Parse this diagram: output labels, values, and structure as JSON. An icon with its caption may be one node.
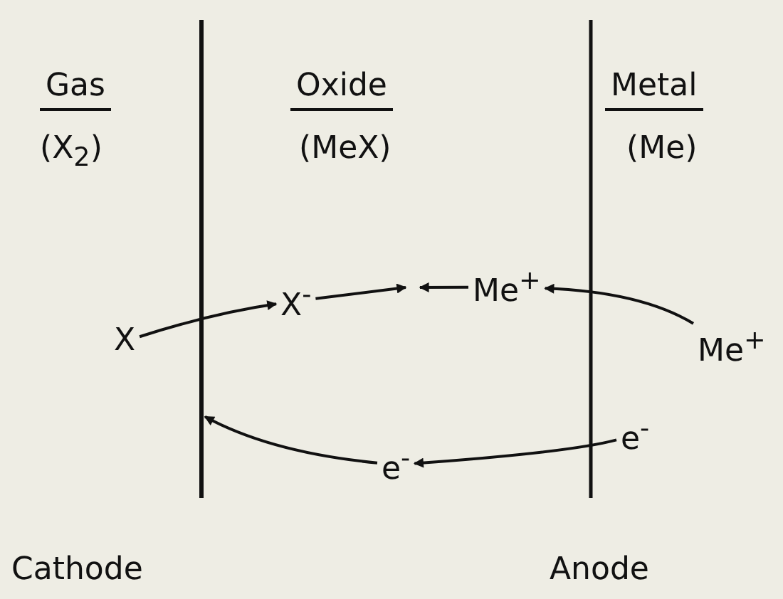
{
  "diagram": {
    "nodes": [
      {
        "text": [],
        "shape": "bar"
      },
      {
        "text": [
          "X$^{-}$"
        ]
      },
      {
        "text": [
          "Me$^{+}$"
        ]
      },
      {
        "text": [
          "X"
        ]
      },
      {
        "text": [
          "Me$^{+}$"
        ]
      },
      {
        "text": [
          "e$^{-}$"
        ]
      },
      {
        "text": [
          "e$^{-}$"
        ]
      }
    ],
    "edges": [
      {
        "from": 3,
        "to": 1,
        "arrow": "to"
      },
      {
        "from": 1,
        "to": null,
        "arrow": "to"
      },
      {
        "from": 2,
        "to": null,
        "arrow": "to"
      },
      {
        "from": 4,
        "to": 2,
        "arrow": "to"
      },
      {
        "from": 5,
        "to": 6,
        "arrow": "to"
      },
      {
        "from": 6,
        "to": 0,
        "arrow": "to"
      }
    ],
    "labels": [
      "Gas",
      "(X$_{2}$)",
      "Oxide",
      "(MeX)",
      "Metal",
      "(Me)",
      "Cathode",
      "Anode"
    ]
  }
}
